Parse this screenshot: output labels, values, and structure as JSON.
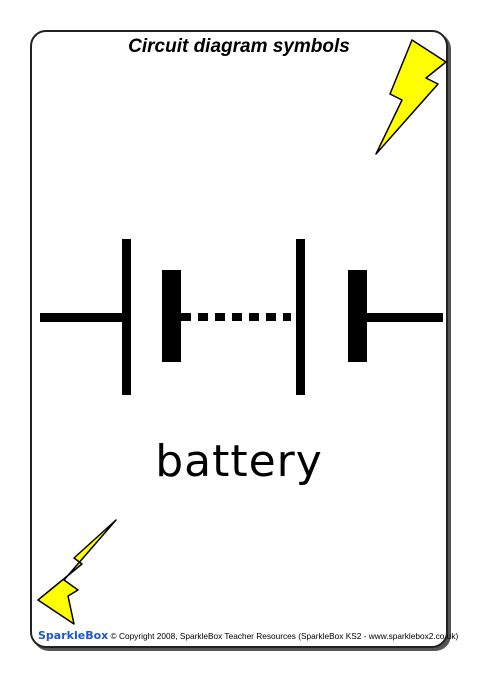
{
  "card": {
    "title": "Circuit diagram symbols",
    "label": "battery"
  },
  "footer": {
    "brand": "SparkleBox",
    "copyright": "© Copyright 2008, SparkleBox Teacher Resources (SparkleBox KS2 - www.sparklebox2.co.uk)"
  },
  "icons": {
    "top_right": "lightning-bolt-icon",
    "bottom_left": "lightning-bolt-icon"
  },
  "colors": {
    "bolt_fill": "#ffff00",
    "bolt_stroke": "#000000",
    "brand_blue": "#1f57c8",
    "brand_pink": "#d63a8a"
  }
}
